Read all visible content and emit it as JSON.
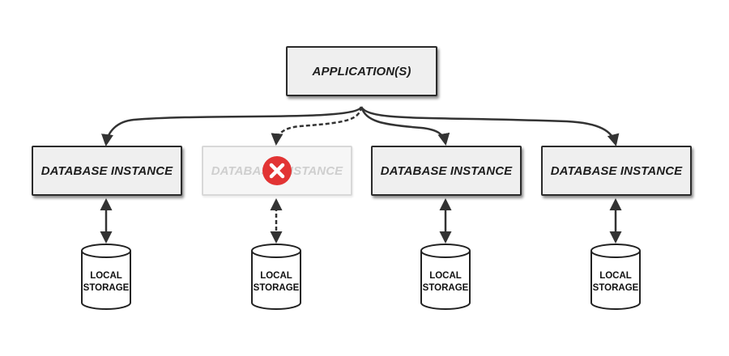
{
  "application": {
    "label": "APPLICATION(S)"
  },
  "instances": [
    {
      "label": "DATABASE INSTANCE",
      "status": "active",
      "storage_label": [
        "LOCAL",
        "STORAGE"
      ]
    },
    {
      "label": "DATABASE INSTANCE",
      "status": "failed",
      "storage_label": [
        "LOCAL",
        "STORAGE"
      ]
    },
    {
      "label": "DATABASE INSTANCE",
      "status": "active",
      "storage_label": [
        "LOCAL",
        "STORAGE"
      ]
    },
    {
      "label": "DATABASE INSTANCE",
      "status": "active",
      "storage_label": [
        "LOCAL",
        "STORAGE"
      ]
    }
  ],
  "colors": {
    "line": "#333333",
    "box_fill": "#efefef",
    "failed_text": "#cfcfcf",
    "error_badge": "#e23434"
  },
  "icons": {
    "failure": "x-circle-icon"
  }
}
